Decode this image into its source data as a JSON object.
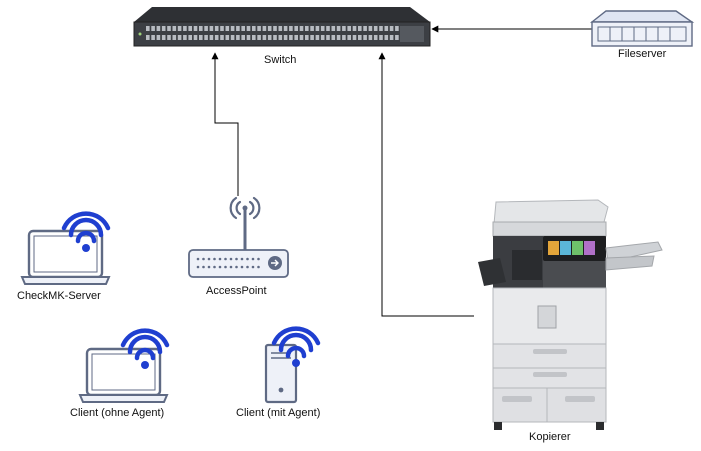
{
  "nodes": {
    "switch": {
      "label": "Switch"
    },
    "fileserver": {
      "label": "Fileserver"
    },
    "access_point": {
      "label": "AccessPoint"
    },
    "checkmk_server": {
      "label": "CheckMK-Server"
    },
    "client_ohne_agent": {
      "label": "Client (ohne Agent)"
    },
    "client_mit_agent": {
      "label": "Client (mit Agent)"
    },
    "kopierer": {
      "label": "Kopierer"
    }
  },
  "colors": {
    "wifi": "#1f3fd0",
    "device_outline": "#5f6a84",
    "device_fill": "#eef1f8",
    "switch_body": "#3a3c40",
    "connector": "#000000"
  },
  "icons": {
    "switch": "network-switch-icon",
    "fileserver": "server-rack-icon",
    "access_point": "router-icon",
    "laptop": "laptop-icon",
    "tower": "pc-tower-icon",
    "wifi": "wifi-icon",
    "copier": "copier-icon"
  }
}
